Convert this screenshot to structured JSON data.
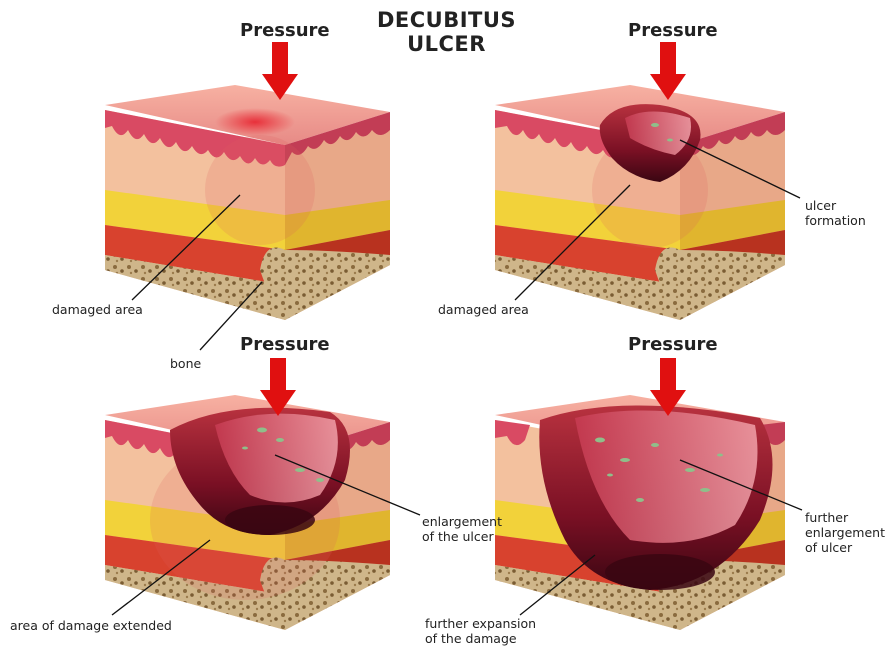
{
  "title_line1": "DECUBITUS",
  "title_line2": "ULCER",
  "pressure_label": "Pressure",
  "panels": {
    "p1": {
      "labels": {
        "damaged_area": "damaged area",
        "bone": "bone"
      }
    },
    "p2": {
      "labels": {
        "damaged_area": "damaged area",
        "ulcer_formation_1": "ulcer",
        "ulcer_formation_2": "formation"
      }
    },
    "p3": {
      "labels": {
        "enlargement_1": "enlargement",
        "enlargement_2": "of the ulcer",
        "area_extended": "area of damage extended"
      }
    },
    "p4": {
      "labels": {
        "further_enl_1": "further",
        "further_enl_2": "enlargement",
        "further_enl_3": "of ulcer",
        "further_exp_1": "further expansion",
        "further_exp_2": "of the damage"
      }
    }
  },
  "colors": {
    "arrow": "#e01010",
    "epidermis": "#d94a63",
    "dermis": "#f2c3a3",
    "fat": "#f2d23a",
    "muscle": "#d8422e",
    "bone": "#cbb084"
  }
}
